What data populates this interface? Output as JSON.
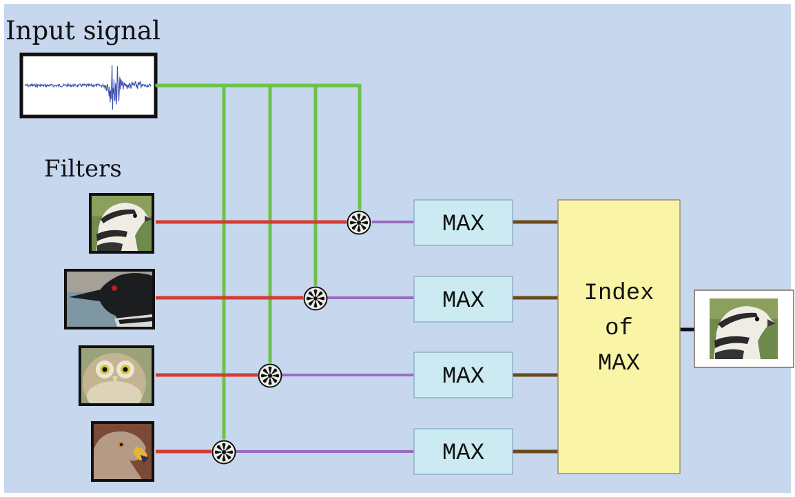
{
  "title": "Input signal",
  "filters_label": "Filters",
  "max_label": "MAX",
  "index_lines": [
    "Index",
    "of",
    "MAX"
  ],
  "filters": [
    {
      "id": "quail",
      "icon": "quail-icon"
    },
    {
      "id": "loon",
      "icon": "loon-icon"
    },
    {
      "id": "owl",
      "icon": "owl-icon"
    },
    {
      "id": "hawk",
      "icon": "hawk-icon"
    }
  ],
  "result_icon": "quail-icon",
  "colors": {
    "background": "#c6d7ee",
    "signal": "#3a4fb0",
    "input_line": "#6cc24a",
    "filter_line": "#d53b33",
    "conv_line": "#9a6bc4",
    "max_line": "#6b4a1c",
    "max_box": "#cbeaf2",
    "index_box": "#faf4a6",
    "output_line": "#111111"
  }
}
